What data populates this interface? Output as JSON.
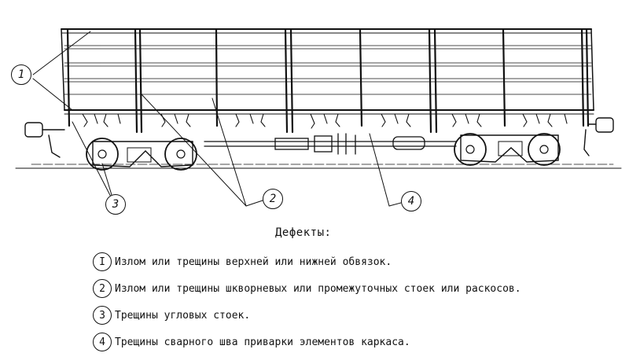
{
  "diagram": {
    "callouts": [
      {
        "id": "callout-1",
        "number": "1"
      },
      {
        "id": "callout-2",
        "number": "2"
      },
      {
        "id": "callout-3",
        "number": "3"
      },
      {
        "id": "callout-4",
        "number": "4"
      }
    ]
  },
  "legend": {
    "title": "Дефекты:",
    "items": [
      {
        "number": "I",
        "text": "Излом или трещины верхней или нижней обвязок."
      },
      {
        "number": "2",
        "text": "Излом или трещины шкворневых или промежуточных стоек или раскосов."
      },
      {
        "number": "3",
        "text": "Трещины угловых стоек."
      },
      {
        "number": "4",
        "text": "Трещины сварного шва приварки элементов каркаса."
      }
    ]
  }
}
